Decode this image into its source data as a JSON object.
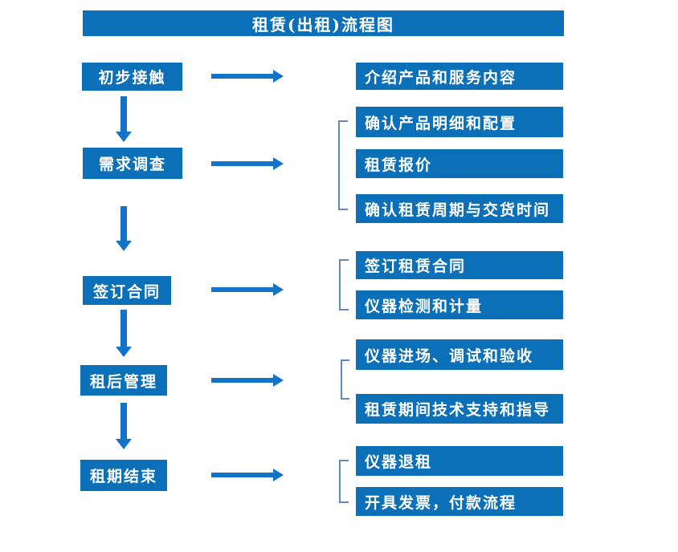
{
  "title": "租赁(出租)流程图",
  "colors": {
    "box_blue": "#0c70b8",
    "arrow_blue": "#1273c8",
    "bracket_blue": "#6188bf"
  },
  "stages": [
    {
      "label": "初步接触",
      "outputs": [
        "介绍产品和服务内容"
      ]
    },
    {
      "label": "需求调查",
      "outputs": [
        "确认产品明细和配置",
        "租赁报价",
        "确认租赁周期与交货时间"
      ]
    },
    {
      "label": "签订合同",
      "outputs": [
        "签订租赁合同",
        "仪器检测和计量"
      ]
    },
    {
      "label": "租后管理",
      "outputs": [
        "仪器进场、调试和验收",
        "租赁期间技术支持和指导"
      ]
    },
    {
      "label": "租期结束",
      "outputs": [
        "仪器退租",
        "开具发票，付款流程"
      ]
    }
  ]
}
